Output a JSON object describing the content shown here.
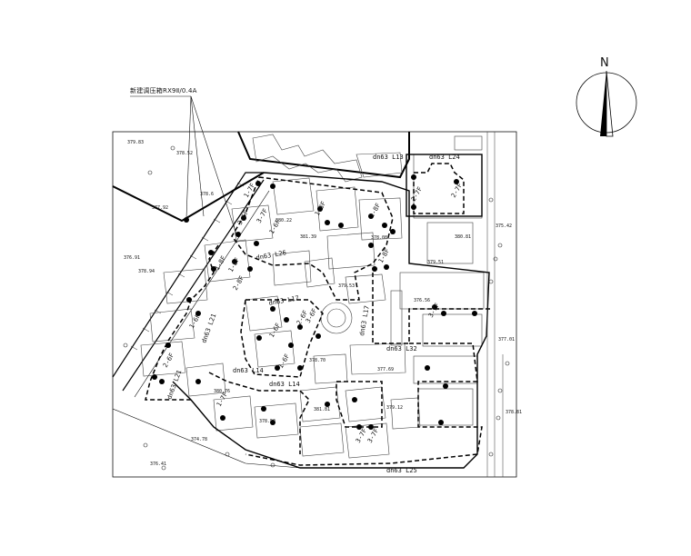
{
  "map": {
    "callout_label": "新建调压箱RX9Ⅱ/0.4A",
    "north_label": "N",
    "pipe_labels": [
      "dn63 L24",
      "dn63 L26",
      "dn63 L17",
      "dn63 L21",
      "dn63 L17",
      "dn63 L32",
      "dn63 L14",
      "dn63 L14",
      "dn63 L21",
      "dn63 L25",
      "dn63 L13"
    ],
    "floor_labels": [
      "1-7F",
      "2-7F",
      "2-7F",
      "1-6F",
      "3-7F",
      "1-8F",
      "1-8F",
      "1-8F",
      "3-6F",
      "1-8F",
      "1-8F",
      "2-8F",
      "1-6F",
      "1-6F",
      "2-6F",
      "1-6F",
      "3-6F",
      "2-6F",
      "3-7F",
      "3-7F",
      "1-7F",
      "3-7F"
    ],
    "elevation_labels": [
      "379.83",
      "378.52",
      "377.92",
      "378.6",
      "376.91",
      "378.94",
      "380.22",
      "379.53",
      "378.08",
      "381.39",
      "379.51",
      "376.56",
      "377.69",
      "378.70",
      "380.76",
      "378.52",
      "381.81",
      "379.12",
      "374.78",
      "376.41",
      "380.81",
      "375.42",
      "377.01",
      "378.81"
    ],
    "colors": {
      "line": "#111111",
      "boundary": "#000000",
      "building": "#444444",
      "paper": "#ffffff"
    }
  }
}
